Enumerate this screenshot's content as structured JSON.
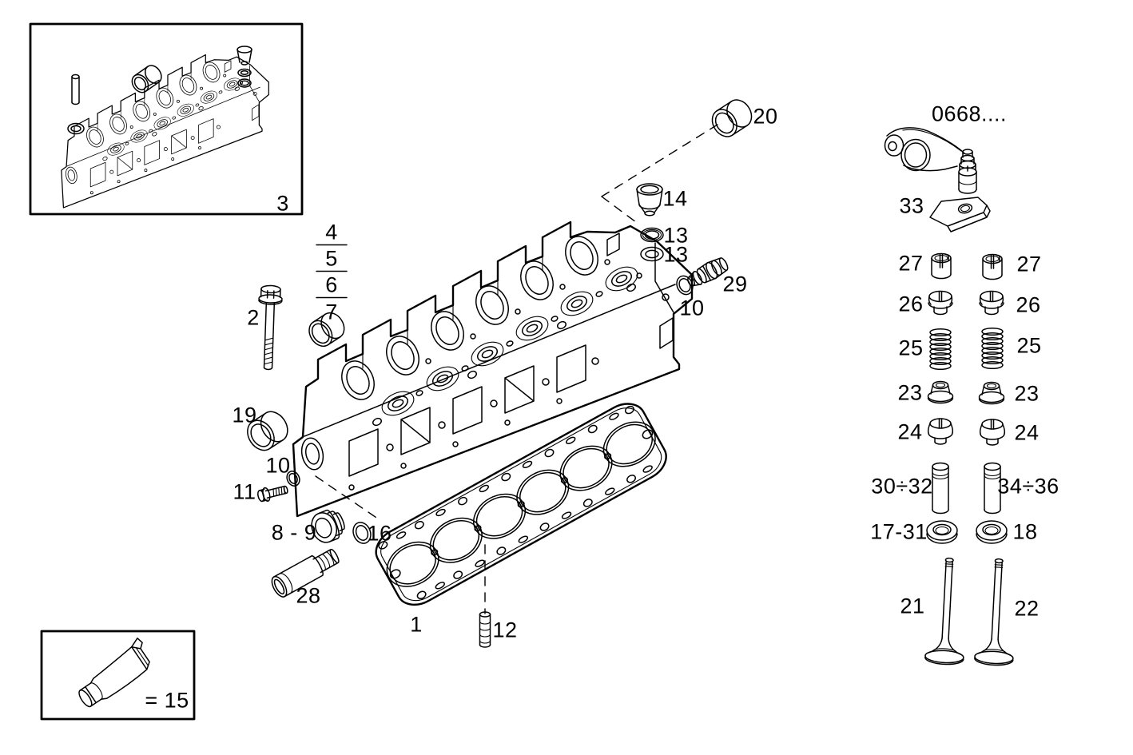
{
  "colors": {
    "ink": "#000000",
    "background": "#ffffff"
  },
  "labels": {
    "inset_box": "3",
    "stack_4": "4",
    "stack_5": "5",
    "stack_6": "6",
    "stack_7": "7",
    "bolt_2": "2",
    "plug_19": "19",
    "ring_10_left": "10",
    "bolt_11": "11",
    "plug_8_9": "8 - 9",
    "ring_16": "16",
    "tube_28": "28",
    "gasket_1": "1",
    "stud_12": "12",
    "plug_20": "20",
    "sleeve_14": "14",
    "washer_13_upper": "13",
    "washer_13_lower": "13",
    "fitting_29": "29",
    "ring_10_right": "10",
    "rocker_code": "0668....",
    "pad_33": "33",
    "collet_27_left": "27",
    "collet_27_right": "27",
    "retainer_26_left": "26",
    "retainer_26_right": "26",
    "spring_25_left": "25",
    "spring_25_right": "25",
    "seal_23_left": "23",
    "seal_23_right": "23",
    "retainer_24_left": "24",
    "retainer_24_right": "24",
    "guides_30_32": "30÷32",
    "guides_34_36": "34÷36",
    "seat_17_31": "17-31",
    "seat_18": "18",
    "valve_21": "21",
    "valve_22": "22",
    "sealant_15": "= 15"
  }
}
